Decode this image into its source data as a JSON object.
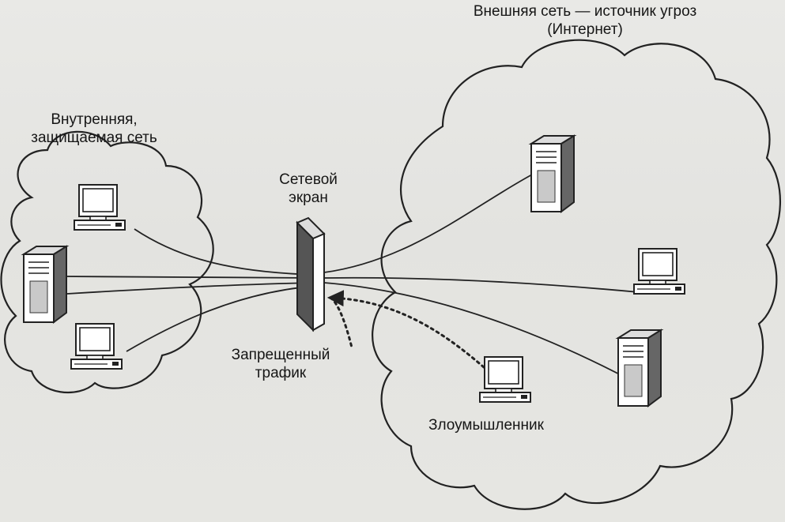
{
  "labels": {
    "external_line1": "Внешняя сеть — источник угроз",
    "external_line2": "(Интернет)",
    "internal_line1": "Внутренняя,",
    "internal_line2": "защищаемая сеть",
    "firewall_line1": "Сетевой",
    "firewall_line2": "экран",
    "forbidden_line1": "Запрещенный",
    "forbidden_line2": "трафик",
    "attacker": "Злоумышленник"
  },
  "colors": {
    "background": "#e6e6e3",
    "stroke": "#222222",
    "device_fill": "#ffffff",
    "server_shade": "#555555"
  },
  "icons": {
    "workstation": "workstation-icon",
    "server": "server-icon",
    "firewall": "firewall-wall-icon"
  }
}
